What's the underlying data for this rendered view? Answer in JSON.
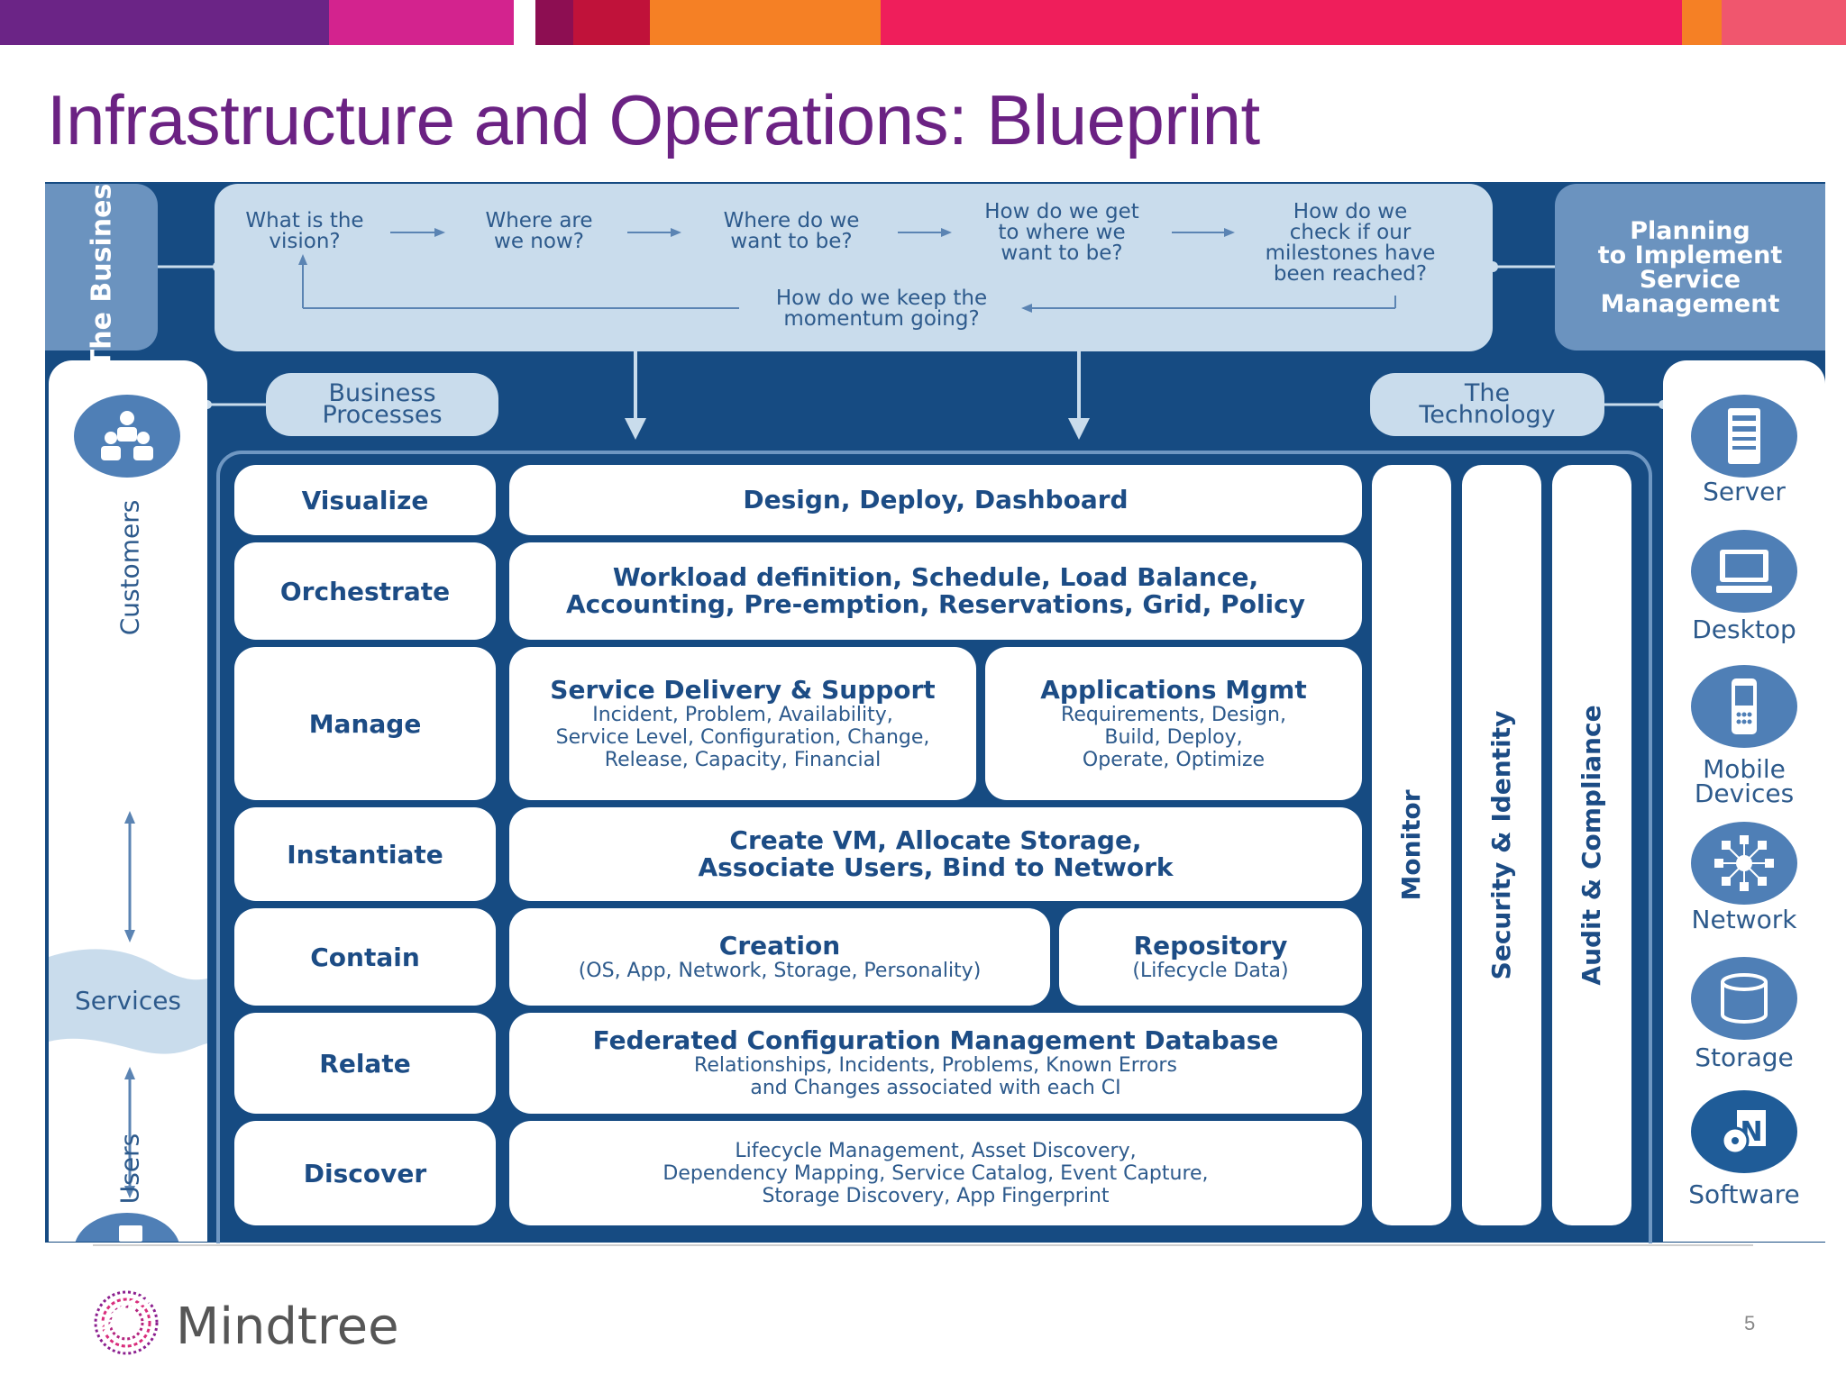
{
  "colors": {
    "title": "#6b2283",
    "diagram_bg": "#164b82",
    "pane_light": "#c9dcec",
    "row_text": "#1c4c85",
    "icon_circle": "#4f7fb6"
  },
  "top_bar_colors": [
    "#6b2486",
    "#d3238e",
    "#ffffff",
    "#8d0e52",
    "#c0123a",
    "#f58025",
    "#ef1e5b",
    "#f58025",
    "#f0566e"
  ],
  "slide": {
    "title": "Infrastructure and Operations: Blueprint",
    "page_number": "5",
    "brand": "Mindtree"
  },
  "diagram": {
    "the_business": "The Business",
    "planning": [
      "Planning",
      "to Implement",
      "Service",
      "Management"
    ],
    "questions": [
      [
        "What is the",
        "vision?"
      ],
      [
        "Where are",
        "we now?"
      ],
      [
        "Where do we",
        "want to be?"
      ],
      [
        "How do we get",
        "to where we",
        "want to be?"
      ],
      [
        "How do we",
        "check if our",
        "milestones have",
        "been reached?"
      ]
    ],
    "momentum": [
      "How do we keep the",
      "momentum going?"
    ],
    "business_processes": [
      "Business",
      "Processes"
    ],
    "the_technology": [
      "The",
      "Technology"
    ],
    "left_column": {
      "customers": "Customers",
      "services": "Services",
      "users": "Users"
    },
    "rows": {
      "visualize": {
        "label": "Visualize",
        "title": "Design, Deploy, Dashboard"
      },
      "orchestrate": {
        "label": "Orchestrate",
        "title": [
          "Workload definition, Schedule, Load Balance,",
          "Accounting, Pre-emption, Reservations, Grid, Policy"
        ]
      },
      "manage": {
        "label": "Manage",
        "left_title": "Service Delivery & Support",
        "left_sub": [
          "Incident, Problem, Availability,",
          "Service Level, Configuration, Change,",
          "Release, Capacity, Financial"
        ],
        "right_title": "Applications Mgmt",
        "right_sub": [
          "Requirements, Design,",
          "Build, Deploy,",
          "Operate, Optimize"
        ]
      },
      "instantiate": {
        "label": "Instantiate",
        "title": [
          "Create VM, Allocate Storage,",
          "Associate Users, Bind to Network"
        ]
      },
      "contain": {
        "label": "Contain",
        "left_title": "Creation",
        "left_sub": "(OS, App, Network, Storage, Personality)",
        "right_title": "Repository",
        "right_sub": "(Lifecycle Data)"
      },
      "relate": {
        "label": "Relate",
        "title": "Federated Configuration Management Database",
        "sub": [
          "Relationships, Incidents, Problems, Known Errors",
          "and Changes associated with each CI"
        ]
      },
      "discover": {
        "label": "Discover",
        "sub": [
          "Lifecycle Management, Asset Discovery,",
          "Dependency Mapping, Service Catalog, Event Capture,",
          "Storage Discovery, App Fingerprint"
        ]
      }
    },
    "verticals": [
      "Monitor",
      "Security & Identity",
      "Audit & Compliance"
    ],
    "technology": [
      {
        "label": [
          "Server"
        ],
        "icon": "server-icon"
      },
      {
        "label": [
          "Desktop"
        ],
        "icon": "desktop-icon"
      },
      {
        "label": [
          "Mobile",
          "Devices"
        ],
        "icon": "mobile-device-icon"
      },
      {
        "label": [
          "Network"
        ],
        "icon": "network-icon"
      },
      {
        "label": [
          "Storage"
        ],
        "icon": "storage-icon"
      },
      {
        "label": [
          "Software"
        ],
        "icon": "software-icon"
      }
    ]
  }
}
